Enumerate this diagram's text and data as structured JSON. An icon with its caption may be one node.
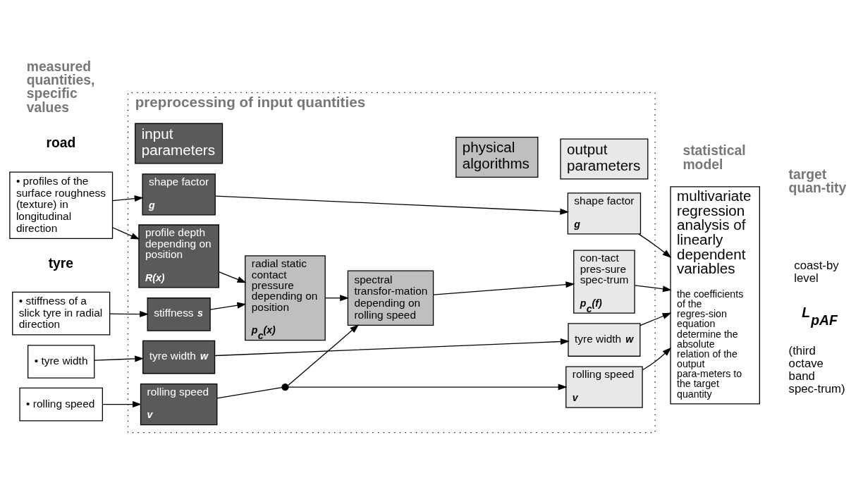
{
  "diagram": {
    "nodes": [
      {
        "text": [
          "preprocessing of input quantities"
        ]
      },
      {
        "text": [
          "input parameters"
        ],
        "in": 0
      },
      {
        "text": [
          "physical algorithms"
        ],
        "in": 0
      },
      {
        "text": [
          "output parameters"
        ],
        "in": 0
      },
      {
        "text": [
          "• profiles of the surface roughness (texture) in longitudinal direction"
        ]
      },
      {
        "text": [
          "• stiffness of a slick tyre in radial direction"
        ]
      },
      {
        "text": [
          "• tyre width"
        ]
      },
      {
        "text": [
          "• rolling speed"
        ]
      },
      {
        "text": [
          "shape factor",
          "g"
        ],
        "in": 0
      },
      {
        "text": [
          "profile depth depending on position",
          "R(x)"
        ],
        "in": 0
      },
      {
        "text": [
          "stiffness",
          "s"
        ],
        "in": 0
      },
      {
        "text": [
          "tyre width",
          "w"
        ],
        "in": 0
      },
      {
        "text": [
          "rolling speed",
          "v"
        ],
        "in": 0
      },
      {
        "text": [
          "radial static contact pressure depending on position",
          "p$_{c}$(x)"
        ],
        "in": 0
      },
      {
        "text": [
          "spectral transfor-mation depending on rolling speed"
        ],
        "in": 0
      },
      {
        "text": [
          "shape factor",
          "g"
        ],
        "in": 0
      },
      {
        "text": [
          "con-tact pres-sure spec-trum",
          "p$_{c}$(f)"
        ],
        "in": 0
      },
      {
        "text": [
          "tyre width",
          "w"
        ],
        "in": 0
      },
      {
        "text": [
          "rolling speed",
          "v"
        ],
        "in": 0
      },
      {
        "text": [
          "multivariate regression analysis of linearly dependent variables",
          "the coefficients of the regres-sion equation determine the absolute relation of the output para-meters to the target quantity"
        ]
      },
      {
        "text": [],
        "shape": "circle",
        "in": 0
      }
    ],
    "edges": [
      {
        "from": 4,
        "to": 8,
        "arrow": "to"
      },
      {
        "from": 4,
        "to": 9,
        "arrow": "to"
      },
      {
        "from": 5,
        "to": 10,
        "arrow": "to"
      },
      {
        "from": 6,
        "to": 11,
        "arrow": "to"
      },
      {
        "from": 7,
        "to": 12,
        "arrow": "to"
      },
      {
        "from": 8,
        "to": 15,
        "arrow": "to"
      },
      {
        "from": 9,
        "to": 13,
        "arrow": "to"
      },
      {
        "from": 10,
        "to": 13,
        "arrow": "to"
      },
      {
        "from": 13,
        "to": 14,
        "arrow": "to"
      },
      {
        "from": 14,
        "to": 16,
        "arrow": "to"
      },
      {
        "from": 11,
        "to": 17,
        "arrow": "to"
      },
      {
        "from": 12,
        "to": 20,
        "arrow": "none"
      },
      {
        "from": 20,
        "to": 14,
        "arrow": "to"
      },
      {
        "from": 20,
        "to": 18,
        "arrow": "to"
      },
      {
        "from": 15,
        "to": 19,
        "arrow": "to"
      },
      {
        "from": 16,
        "to": 19,
        "arrow": "to"
      },
      {
        "from": 17,
        "to": 19,
        "arrow": "to"
      },
      {
        "from": 18,
        "to": 19,
        "arrow": "to"
      }
    ],
    "labels": [
      "measured quantities, specific values",
      "statistical model",
      "target quan-tity",
      "road",
      "tyre",
      "coast-by level",
      "L$_{pAF}$",
      "(third octave band spec-trum)"
    ]
  }
}
